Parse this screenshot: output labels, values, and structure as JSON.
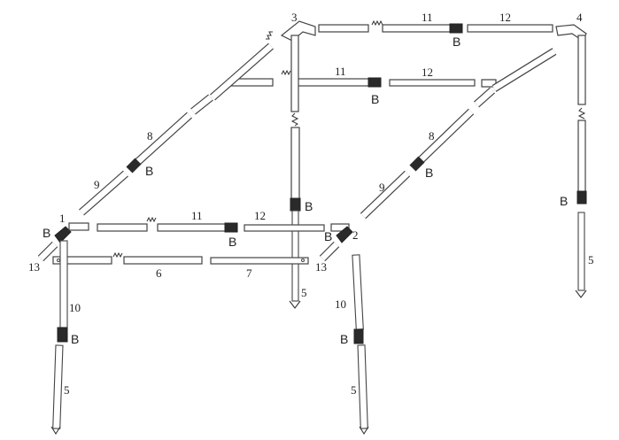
{
  "part_labels": {
    "p1_left": "1",
    "p2": "2",
    "p3": "3",
    "p4": "4",
    "p5_center": "5",
    "p5_right": "5",
    "p5_left": "5",
    "p5_mid": "5",
    "p6": "6",
    "p7": "7",
    "p8_left": "8",
    "p8_right": "8",
    "p9_left": "9",
    "p9_right": "9",
    "p10_left": "10",
    "p10_right": "10",
    "p11_top": "11",
    "p11_mid": "11",
    "p11_front": "11",
    "p12_top": "12",
    "p12_mid": "12",
    "p12_front": "12",
    "p13_left": "13",
    "p13_right": "13"
  },
  "bracket_label": "B",
  "colors": {
    "stroke": "#444444",
    "joint": "#2a2a2a",
    "background": "#ffffff"
  }
}
